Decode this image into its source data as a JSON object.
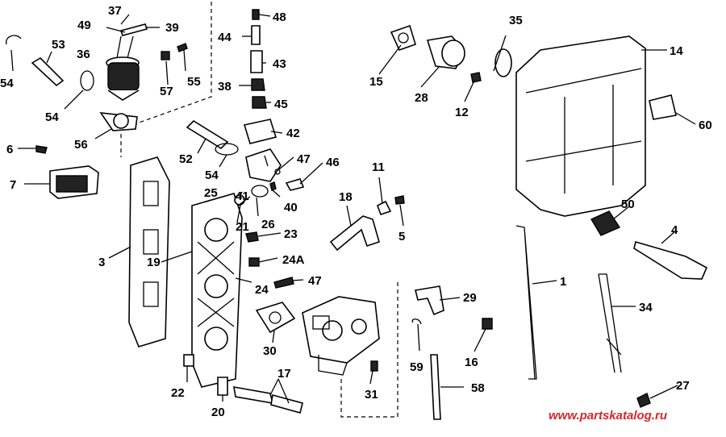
{
  "diagram": {
    "callouts": [
      "1",
      "3",
      "4",
      "5",
      "6",
      "7",
      "11",
      "12",
      "14",
      "15",
      "16",
      "17",
      "18",
      "19",
      "20",
      "21",
      "22",
      "23",
      "24",
      "24A",
      "25",
      "26",
      "27",
      "28",
      "29",
      "30",
      "31",
      "34",
      "35",
      "36",
      "37",
      "38",
      "39",
      "40",
      "41",
      "42",
      "43",
      "44",
      "45",
      "46",
      "47",
      "48",
      "49",
      "50",
      "52",
      "53",
      "54",
      "55",
      "56",
      "57",
      "58",
      "59",
      "60"
    ]
  },
  "watermark": "www.partskatalog.ru",
  "colors": {
    "watermark": "#d9262c",
    "ink": "#000000",
    "background": "#ffffff"
  }
}
